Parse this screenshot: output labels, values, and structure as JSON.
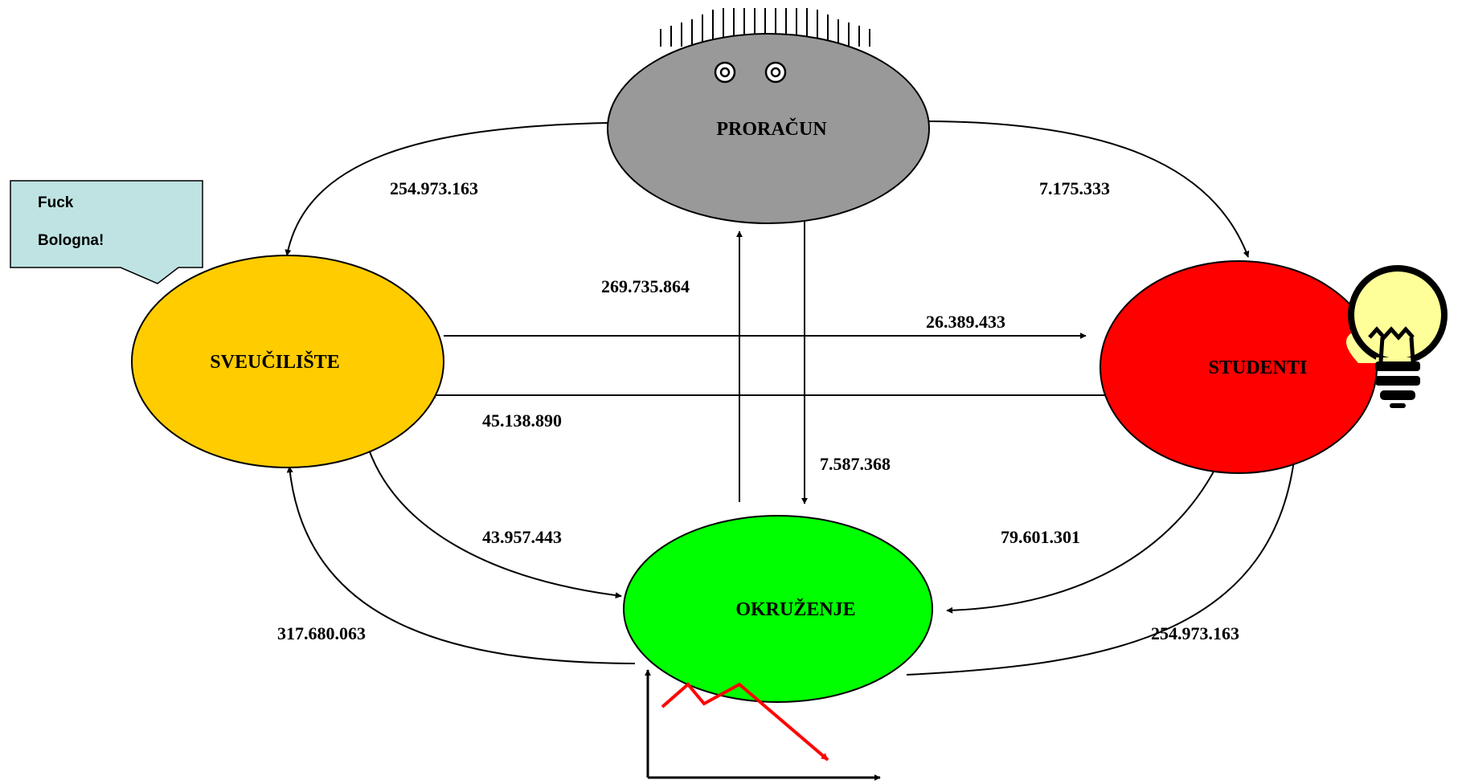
{
  "colors": {
    "proracun": "#999999",
    "sveuciliste": "#FFCC00",
    "studenti": "#FF0000",
    "okruzenje": "#00FF00",
    "speech_bubble": "#BFE3E3",
    "bulb": "#FFFF99",
    "trend_line": "#FF0000"
  },
  "nodes": {
    "proracun": "PRORAČUN",
    "sveuciliste": "SVEUČILIŠTE",
    "studenti": "STUDENTI",
    "okruzenje": "OKRUŽENJE"
  },
  "flows": {
    "proracun_to_sveuciliste": "254.973.163",
    "proracun_to_studenti": "7.175.333",
    "okruzenje_to_proracun": "269.735.864",
    "proracun_to_okruzenje": "7.587.368",
    "sveuciliste_to_studenti": "26.389.433",
    "studenti_to_sveuciliste": "45.138.890",
    "sveuciliste_to_okruzenje": "43.957.443",
    "studenti_to_okruzenje": "79.601.301",
    "okruzenje_to_sveuciliste": "317.680.063",
    "okruzenje_to_studenti": "254.973.163"
  },
  "speech_bubble": {
    "line1": "Fuck",
    "line2": "Bologna!"
  },
  "icons": [
    "eyes-icon",
    "hair-icon",
    "lightbulb-icon",
    "declining-trend-chart-icon"
  ]
}
